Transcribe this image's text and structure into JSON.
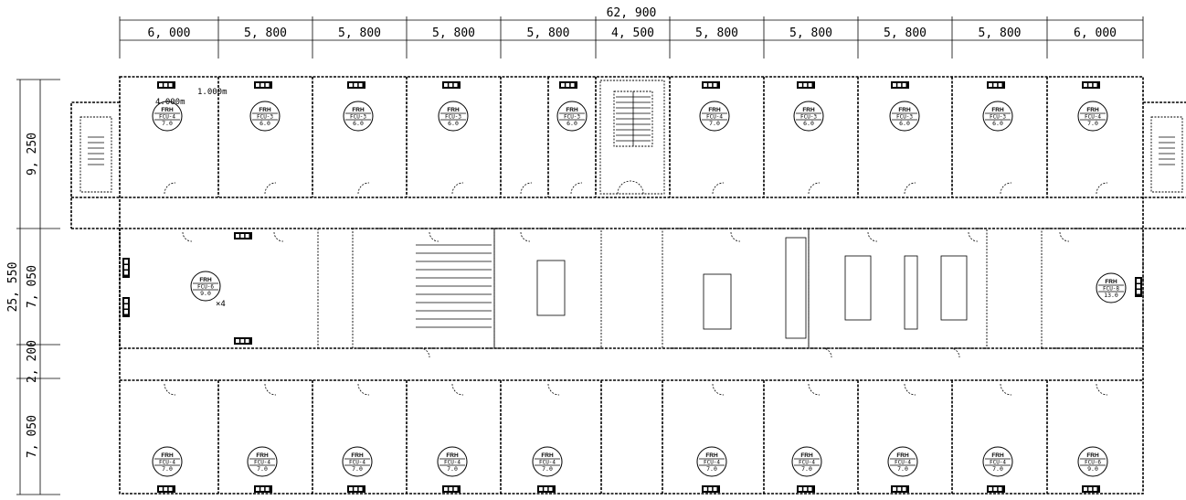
{
  "dimensions": {
    "overall_width": "62, 900",
    "top_segments": [
      "6, 000",
      "5, 800",
      "5, 800",
      "5, 800",
      "5, 800",
      "4, 500",
      "5, 800",
      "5, 800",
      "5, 800",
      "5, 800",
      "6, 000"
    ],
    "overall_height": "25, 550",
    "left_segments": [
      "9, 250",
      "7, 050",
      "2, 200",
      "7, 050"
    ]
  },
  "annotations": {
    "dist_a": "1.000m",
    "dist_b": "4.000m",
    "multiplier": "×4"
  },
  "units": {
    "top_row": [
      {
        "frh": "FRH",
        "fcu": "FCU-4",
        "val": "7.0"
      },
      {
        "frh": "FRH",
        "fcu": "FCU-3",
        "val": "6.0"
      },
      {
        "frh": "FRH",
        "fcu": "FCU-3",
        "val": "6.0"
      },
      {
        "frh": "FRH",
        "fcu": "FCU-3",
        "val": "6.0"
      },
      {
        "frh": "FRH",
        "fcu": "FCU-3",
        "val": "6.0"
      },
      {
        "frh": "FRH",
        "fcu": "FCU-4",
        "val": "7.0"
      },
      {
        "frh": "FRH",
        "fcu": "FCU-3",
        "val": "6.0"
      },
      {
        "frh": "FRH",
        "fcu": "FCU-3",
        "val": "6.0"
      },
      {
        "frh": "FRH",
        "fcu": "FCU-3",
        "val": "6.0"
      },
      {
        "frh": "FRH",
        "fcu": "FCU-4",
        "val": "7.0"
      }
    ],
    "middle_row": [
      {
        "frh": "FRH",
        "fcu": "FCU-6",
        "val": "9.0"
      },
      {
        "frh": "FRH",
        "fcu": "FCU-8",
        "val": "13.0"
      }
    ],
    "bottom_row": [
      {
        "frh": "FRH",
        "fcu": "FCU-4",
        "val": "7.0"
      },
      {
        "frh": "FRH",
        "fcu": "FCU-4",
        "val": "7.0"
      },
      {
        "frh": "FRH",
        "fcu": "FCU-4",
        "val": "7.0"
      },
      {
        "frh": "FRH",
        "fcu": "FCU-4",
        "val": "7.0"
      },
      {
        "frh": "FRH",
        "fcu": "FCU-4",
        "val": "7.0"
      },
      {
        "frh": "FRH",
        "fcu": "FCU-4",
        "val": "7.0"
      },
      {
        "frh": "FRH",
        "fcu": "FCU-4",
        "val": "7.0"
      },
      {
        "frh": "FRH",
        "fcu": "FCU-4",
        "val": "7.0"
      },
      {
        "frh": "FRH",
        "fcu": "FCU-4",
        "val": "7.0"
      },
      {
        "frh": "FRH",
        "fcu": "FCU-6",
        "val": "9.0"
      }
    ]
  },
  "colors": {
    "line": "#000000",
    "background": "#ffffff"
  }
}
